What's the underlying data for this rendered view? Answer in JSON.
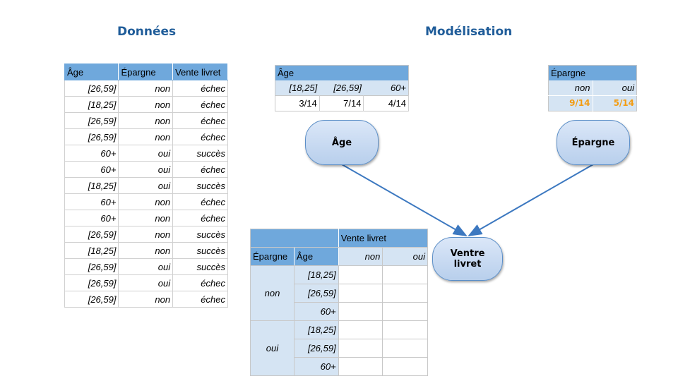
{
  "titles": {
    "donnees": "Données",
    "modelisation": "Modélisation"
  },
  "data_table": {
    "headers": [
      "Âge",
      "Épargne",
      "Vente livret"
    ],
    "rows": [
      [
        "[26,59]",
        "non",
        "échec"
      ],
      [
        "[18,25]",
        "non",
        "échec"
      ],
      [
        "[26,59]",
        "non",
        "échec"
      ],
      [
        "[26,59]",
        "non",
        "échec"
      ],
      [
        "60+",
        "oui",
        "succès"
      ],
      [
        "60+",
        "oui",
        "échec"
      ],
      [
        "[18,25]",
        "oui",
        "succès"
      ],
      [
        "60+",
        "non",
        "échec"
      ],
      [
        "60+",
        "non",
        "échec"
      ],
      [
        "[26,59]",
        "non",
        "succès"
      ],
      [
        "[18,25]",
        "non",
        "succès"
      ],
      [
        "[26,59]",
        "oui",
        "succès"
      ],
      [
        "[26,59]",
        "oui",
        "échec"
      ],
      [
        "[26,59]",
        "non",
        "échec"
      ]
    ]
  },
  "age_table": {
    "header": "Âge",
    "categories": [
      "[18,25]",
      "[26,59]",
      "60+"
    ],
    "values": [
      "3/14",
      "7/14",
      "4/14"
    ]
  },
  "epargne_table": {
    "header": "Épargne",
    "categories": [
      "non",
      "oui"
    ],
    "values": [
      "9/14",
      "5/14"
    ],
    "value_color": "#f39c12"
  },
  "nodes": {
    "age": "Âge",
    "epargne": "Épargne",
    "vente": "Ventre livret"
  },
  "vente_table": {
    "target_header": "Vente livret",
    "col_epargne": "Épargne",
    "col_age": "Âge",
    "outcomes": [
      "non",
      "oui"
    ],
    "epargne_values": [
      "non",
      "oui"
    ],
    "age_values": [
      "[18,25]",
      "[26,59]",
      "60+"
    ]
  },
  "colors": {
    "header_blue": "#6fa8dc",
    "light_blue": "#d5e4f3",
    "title_blue": "#1f5c99",
    "arrow_blue": "#3c78c0"
  }
}
